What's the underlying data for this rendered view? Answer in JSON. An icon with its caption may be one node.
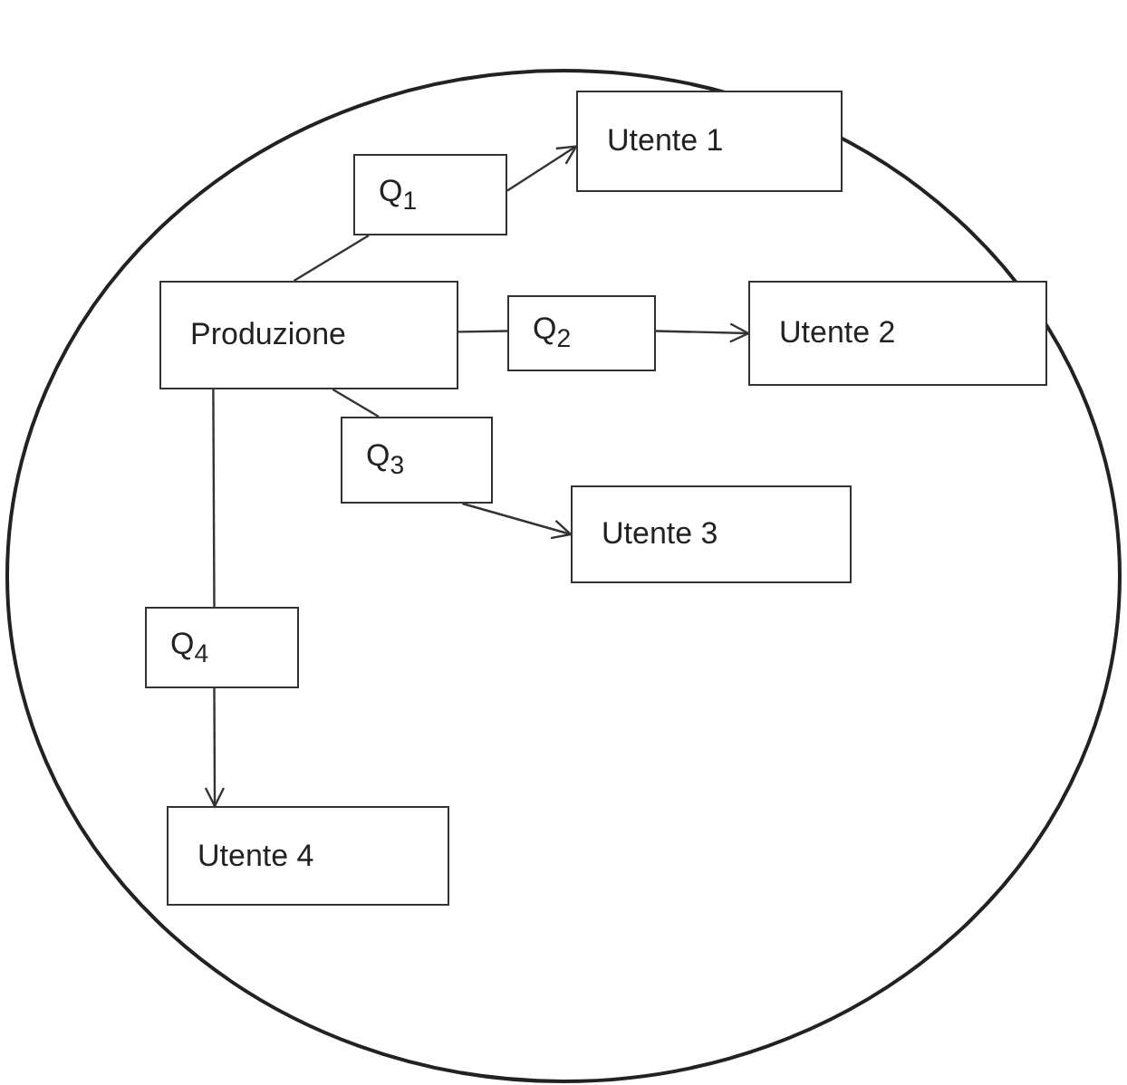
{
  "diagram": {
    "nodes": [
      {
        "text": [],
        "shape": "circle"
      },
      {
        "text": [
          "Utente 1"
        ],
        "in": 0
      },
      {
        "text": [
          "Q$_{1}$"
        ],
        "in": 0
      },
      {
        "text": [
          "Produzione"
        ],
        "in": 0
      },
      {
        "text": [
          "Q$_{2}$"
        ],
        "in": 0
      },
      {
        "text": [
          "Utente 2"
        ],
        "in": 0
      },
      {
        "text": [
          "Q$_{3}$"
        ],
        "in": 0
      },
      {
        "text": [
          "Utente 3"
        ],
        "in": 0
      },
      {
        "text": [
          "Q$_{4}$"
        ],
        "in": 0
      },
      {
        "text": [
          "Utente 4"
        ],
        "in": 0
      }
    ],
    "edges": [
      {
        "from": 3,
        "to": 2,
        "arrow": "none"
      },
      {
        "from": 2,
        "to": 1,
        "arrow": "to"
      },
      {
        "from": 3,
        "to": 4,
        "arrow": "none"
      },
      {
        "from": 4,
        "to": 5,
        "arrow": "to"
      },
      {
        "from": 3,
        "to": 6,
        "arrow": "none"
      },
      {
        "from": 6,
        "to": 7,
        "arrow": "to"
      },
      {
        "from": 3,
        "to": 8,
        "arrow": "none"
      },
      {
        "from": 8,
        "to": 9,
        "arrow": "to"
      }
    ]
  }
}
